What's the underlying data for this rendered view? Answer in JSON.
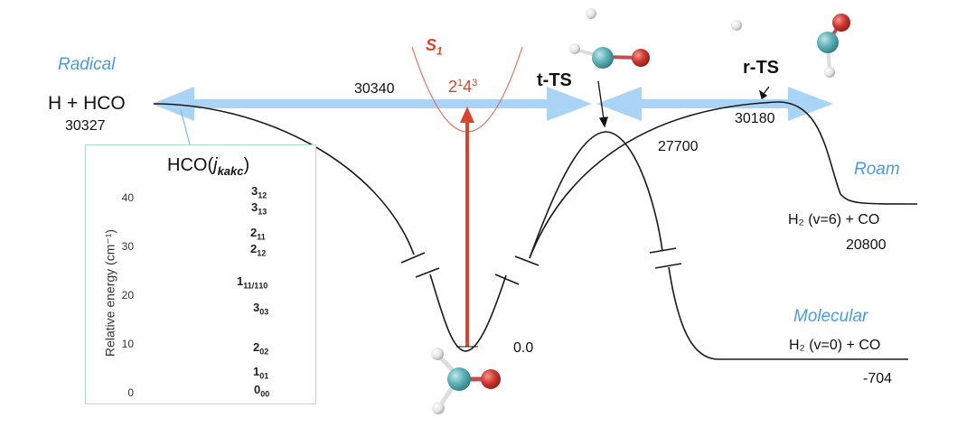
{
  "labels": {
    "radical": "Radical",
    "roam": "Roam",
    "molecular": "Molecular",
    "s1": "S",
    "s1_sub": "1",
    "band": "2",
    "band_sup1": "1",
    "band_mid": "4",
    "band_sup2": "3",
    "t_ts": "t-TS",
    "r_ts": "r-TS"
  },
  "species": {
    "radical_products": "H + HCO",
    "roam_products": "H₂ (v=6) + CO",
    "molecular_products": "H₂ (v=0) + CO"
  },
  "energies": {
    "radical": "30327",
    "s1_level": "30340",
    "t_ts": "27700",
    "r_ts": "30180",
    "roam": "20800",
    "molecular": "-704",
    "ground": "0.0"
  },
  "inset": {
    "title_prefix": "HCO(",
    "title_j": "j",
    "title_sub": "kakc",
    "title_suffix": ")",
    "y_axis_label": "Relative energy (cm⁻¹)",
    "ticks": [
      "0",
      "10",
      "20",
      "30",
      "40"
    ],
    "levels": [
      {
        "j": "3",
        "sub": "12",
        "energy": 40
      },
      {
        "j": "3",
        "sub": "13",
        "energy": 40
      },
      {
        "j": "2",
        "sub": "11",
        "energy": 31.5
      },
      {
        "j": "2",
        "sub": "12",
        "energy": 31.5
      },
      {
        "j": "1",
        "sub": "11/1",
        "sub2": "10",
        "energy": 26
      },
      {
        "j": "3",
        "sub": "03",
        "energy": 17.5
      },
      {
        "j": "2",
        "sub": "02",
        "energy": 9
      },
      {
        "j": "1",
        "sub": "01",
        "energy": 3
      },
      {
        "j": "0",
        "sub": "00",
        "energy": 0
      }
    ]
  },
  "colors": {
    "arrow_blue": "#a9d4f5",
    "label_blue": "#4a9be0",
    "excitation_red": "#d9452b",
    "s1_curve": "#e0705a",
    "inset_border": "#a8dccd",
    "carbon": "#5fb3b8",
    "oxygen": "#d23a32",
    "hydrogen": "#e8e8e8"
  }
}
